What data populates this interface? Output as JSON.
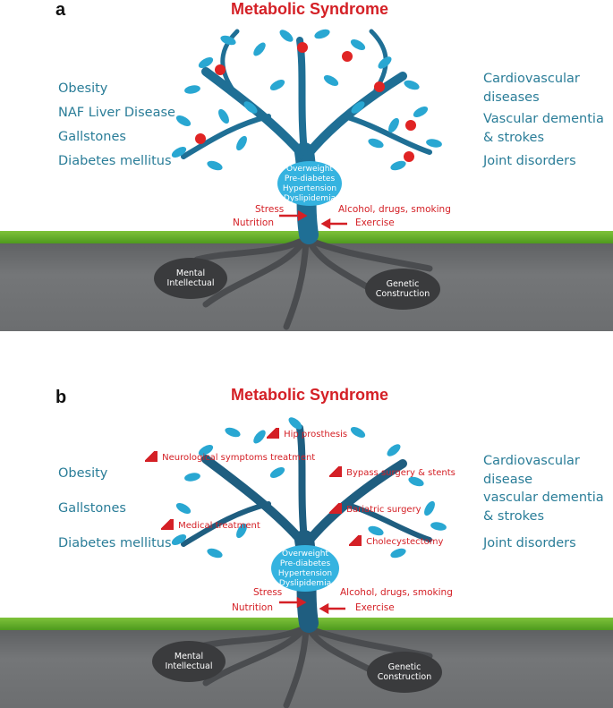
{
  "colors": {
    "title_red": "#d42026",
    "label_teal": "#2a7d98",
    "leaf_blue": "#29a7d2",
    "trunk": "#1f5e80",
    "ellipse": "#35b3e0",
    "grass": "#5aa628",
    "ground": "#6c6e70",
    "root_oval": "#3a3b3d"
  },
  "panel_a": {
    "letter": "a",
    "title": "Metabolic Syndrome",
    "left_labels": [
      "Obesity",
      "NAF Liver Disease",
      "Gallstones",
      "Diabetes mellitus"
    ],
    "right_labels": [
      "Cardiovascular diseases",
      "Vascular dementia & strokes",
      "Joint disorders"
    ],
    "right_label_lines": [
      [
        "Cardiovascular",
        "diseases"
      ],
      [
        "Vascular dementia",
        "& strokes"
      ],
      [
        "Joint disorders"
      ]
    ],
    "core": [
      "Overweight",
      "Pre-diabetes",
      "Hypertension",
      "Dyslipidemia"
    ],
    "factors": {
      "stress": "Stress",
      "nutrition": "Nutrition",
      "alcohol": "Alcohol, drugs, smoking",
      "exercise": "Exercise"
    },
    "roots": {
      "mental": [
        "Mental",
        "Intellectual"
      ],
      "genetic": [
        "Genetic",
        "Construction"
      ]
    }
  },
  "panel_b": {
    "letter": "b",
    "title": "Metabolic Syndrome",
    "left_labels": [
      "Obesity",
      "Gallstones",
      "Diabetes mellitus"
    ],
    "right_label_lines": [
      [
        "Cardiovascular",
        "disease"
      ],
      [
        "vascular dementia",
        "& strokes"
      ],
      [
        "Joint disorders"
      ]
    ],
    "treatments": [
      "Hip prosthesis",
      "Neurological symptoms treatment",
      "Bypass surgery & stents",
      "Bariatric surgery",
      "Medical treatment",
      "Cholecystectomy"
    ],
    "core": [
      "Overweight",
      "Pre-diabetes",
      "Hypertension",
      "Dyslipidemia"
    ],
    "factors": {
      "stress": "Stress",
      "nutrition": "Nutrition",
      "alcohol": "Alcohol, drugs, smoking",
      "exercise": "Exercise"
    },
    "roots": {
      "mental": [
        "Mental",
        "Intellectual"
      ],
      "genetic": [
        "Genetic",
        "Construction"
      ]
    }
  }
}
